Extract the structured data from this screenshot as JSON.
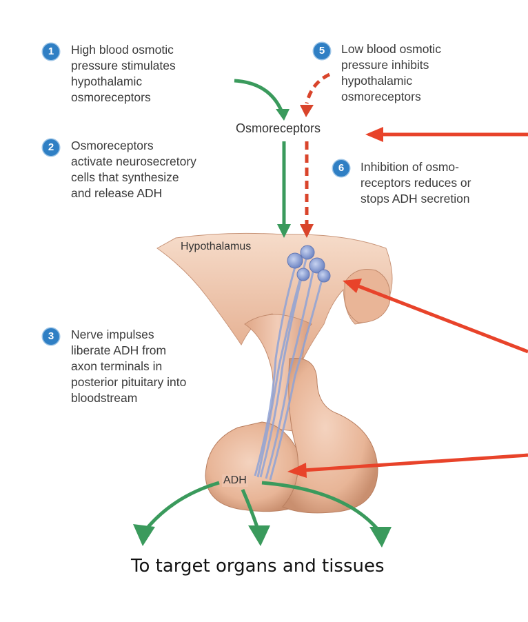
{
  "steps": [
    {
      "num": "1",
      "text": "High blood osmotic\npressure stimulates\nhypothalamic\nosmoreceptors"
    },
    {
      "num": "2",
      "text": "Osmoreceptors\nactivate neurosecretory\ncells that synthesize\nand release ADH"
    },
    {
      "num": "3",
      "text": "Nerve impulses\nliberate ADH from\naxon terminals in\nposterior pituitary into\nbloodstream"
    },
    {
      "num": "5",
      "text": "Low blood osmotic\npressure inhibits\nhypothalamic\nosmoreceptors"
    },
    {
      "num": "6",
      "text": "Inhibition of osmo-\nreceptors reduces or\nstops ADH secretion"
    }
  ],
  "labels": {
    "osmoreceptors": "Osmoreceptors",
    "hypothalamus": "Hypothalamus",
    "adh": "ADH",
    "target": "To target organs and tissues"
  },
  "colors": {
    "stimulate_arrow": "#3a9a5c",
    "inhibit_arrow": "#d9442b",
    "pointer_arrow": "#e8432a",
    "step_badge": "#2f7fc4",
    "tissue": "#e9b79a",
    "axons": "#8fa3d6"
  }
}
